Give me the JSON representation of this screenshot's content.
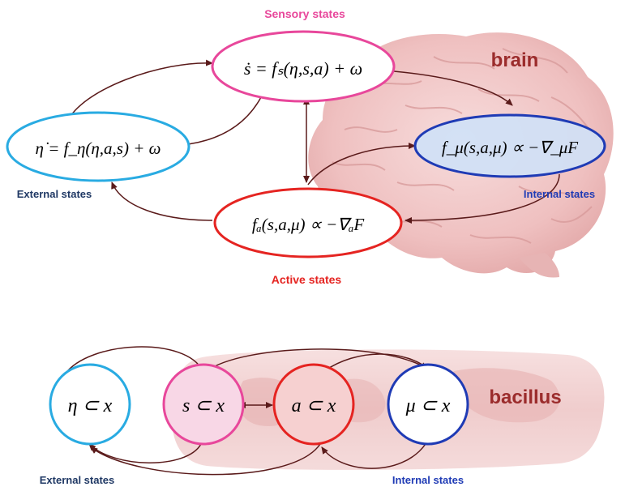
{
  "top": {
    "labels": {
      "sensory": "Sensory states",
      "external": "External states",
      "internal": "Internal states",
      "active": "Active states",
      "brain": "brain"
    },
    "equations": {
      "sensory": "ṡ = fₛ(η,s,a) + ω",
      "external": "η̇ = f_η(η,a,s) + ω",
      "internal": "f_μ(s,a,μ) ∝ −∇_μF",
      "active": "fₐ(s,a,μ) ∝ −∇ₐF"
    }
  },
  "bottom": {
    "labels": {
      "external": "External states",
      "internal": "Internal states",
      "bacillus": "bacillus"
    },
    "nodes": {
      "eta": "η ⊂ x",
      "s": "s ⊂ x",
      "a": "a ⊂ x",
      "mu": "μ ⊂ x"
    }
  },
  "colors": {
    "external": "#29abe2",
    "sensory": "#e8479b",
    "active": "#e52421",
    "internal": "#1f3bb5",
    "arrow": "#5a1a1a",
    "label_dark": "#1f3864",
    "brain_text": "#9b2c2c"
  }
}
